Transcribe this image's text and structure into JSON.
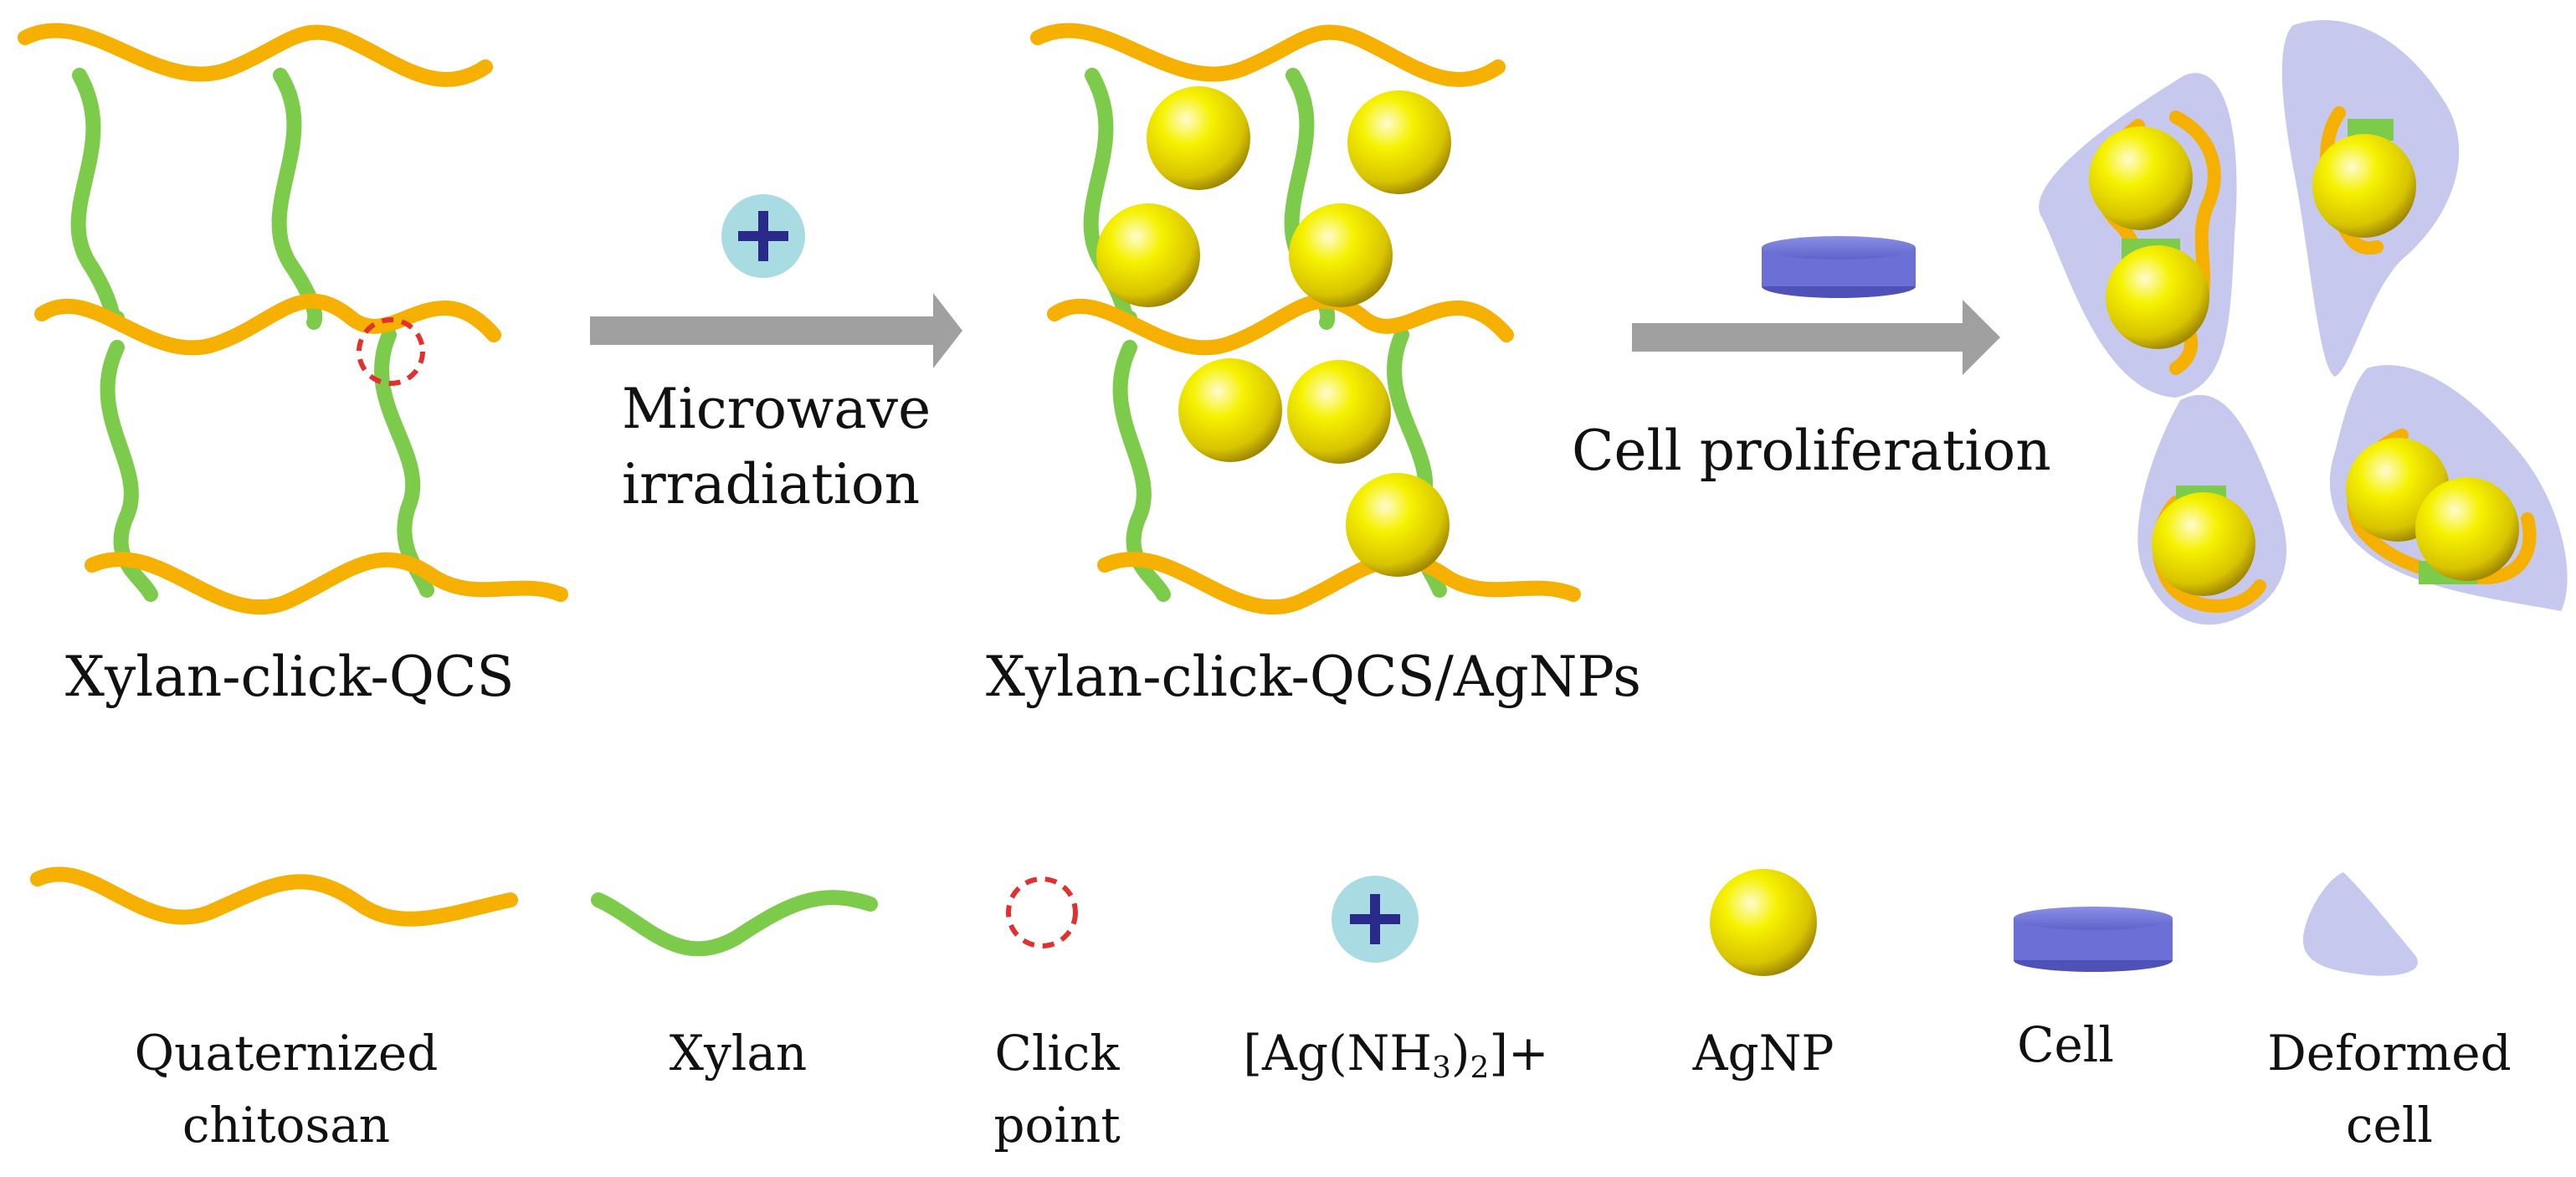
{
  "labels": {
    "network_left": "Xylan-click-QCS",
    "network_right": "Xylan-click-QCS/AgNPs",
    "step1_line1": "Microwave",
    "step1_line2": "irradiation",
    "step2": "Cell proliferation"
  },
  "legend": {
    "quaternized_chitosan": [
      "Quaternized",
      "chitosan"
    ],
    "xylan": "Xylan",
    "click_point": [
      "Click",
      "point"
    ],
    "ag_complex": {
      "prefix": "[Ag(NH",
      "sub1": "3",
      "mid": ")",
      "sub2": "2",
      "suffix": "]+"
    },
    "agnp": "AgNP",
    "cell": "Cell",
    "deformed_cell": [
      "Deformed",
      "cell"
    ]
  },
  "colors": {
    "chitosan": "#f5b000",
    "xylan": "#7ccb4a",
    "agnp": "#f2ee00",
    "cell": "#6b6fd6",
    "deformed_cell": "#c7c8ee",
    "arrow": "#a0a0a0",
    "click_point": "#e03030",
    "ion_circle": "#a9dbe3",
    "ion_plus": "#2a2a8a"
  }
}
